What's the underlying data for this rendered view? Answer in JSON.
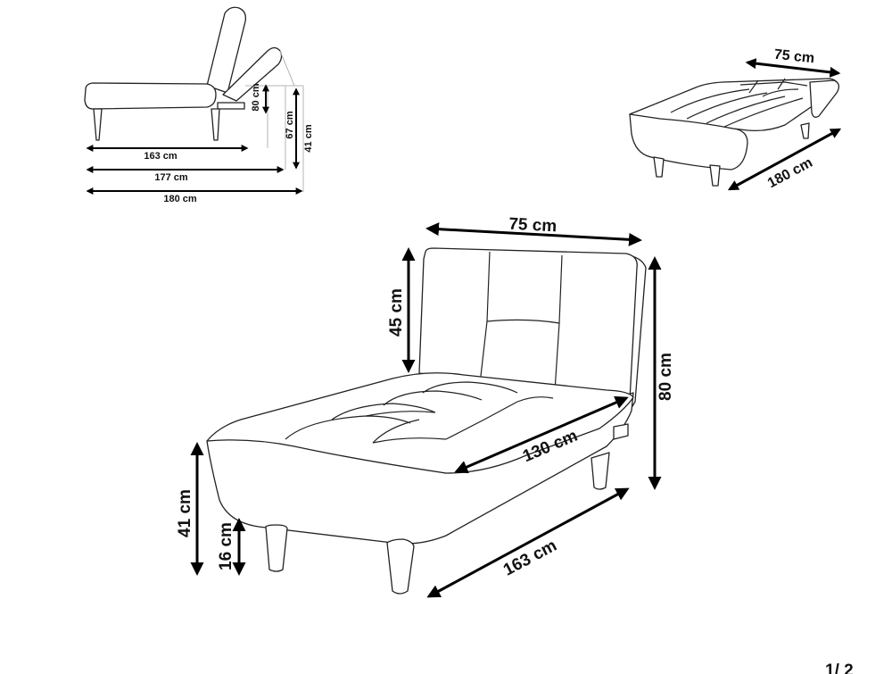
{
  "side_view": {
    "seat_length": "163 cm",
    "length_reclined": "177 cm",
    "length_flat": "180 cm",
    "back_height": "80 cm",
    "arm_height": "67 cm",
    "seat_height": "41 cm"
  },
  "bed_view": {
    "width": "75 cm",
    "length": "180 cm"
  },
  "main_view": {
    "width": "75 cm",
    "backrest_height": "45 cm",
    "total_height": "80 cm",
    "seat_depth": "130 cm",
    "length": "163 cm",
    "seat_height": "41 cm",
    "leg_height": "16 cm"
  },
  "corner_text": "1/ 2"
}
